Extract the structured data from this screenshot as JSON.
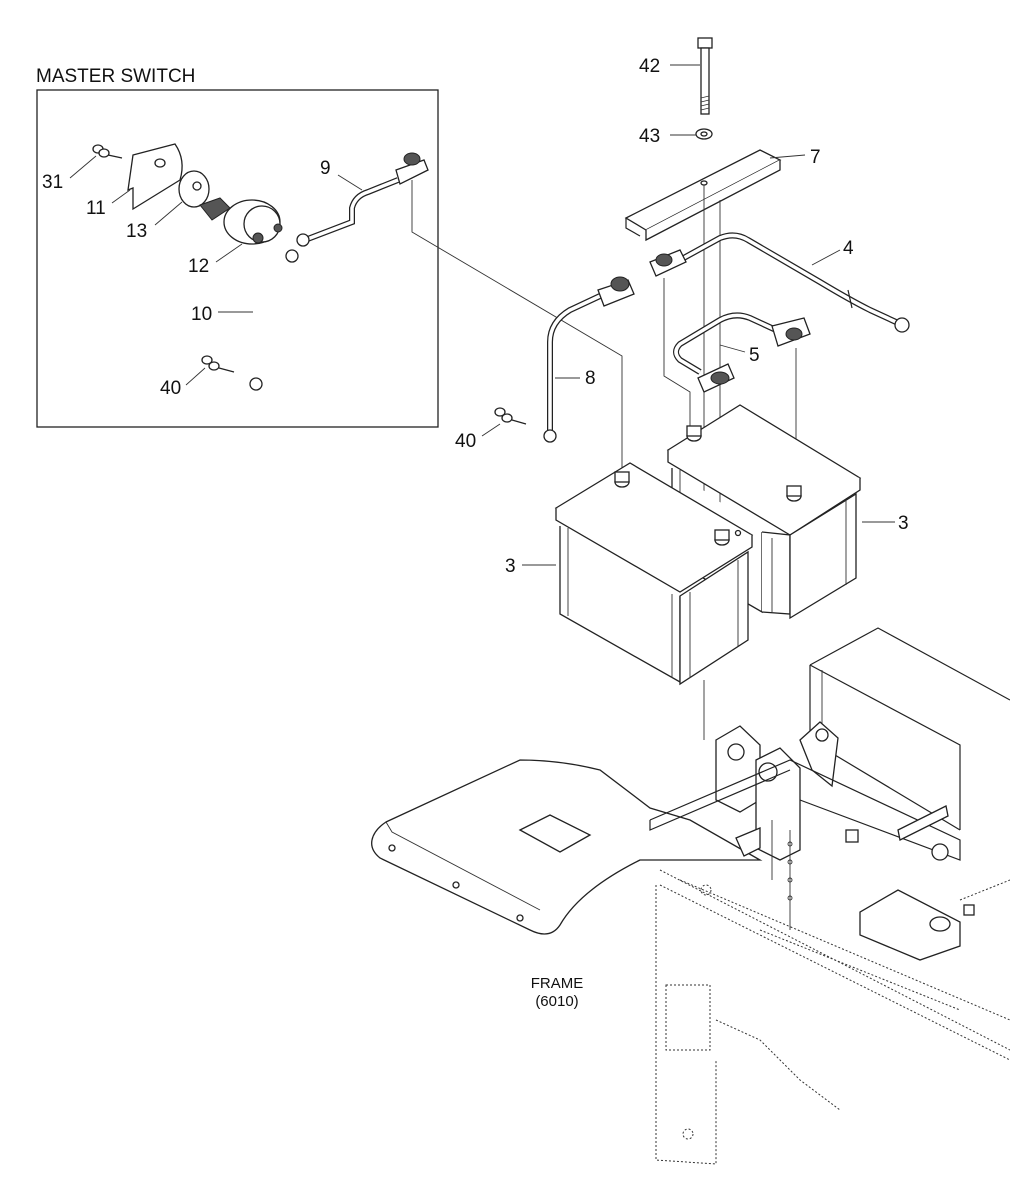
{
  "inset": {
    "title": "MASTER SWITCH"
  },
  "frame_ref": {
    "name": "FRAME",
    "code": "(6010)"
  },
  "callouts": {
    "c31": "31",
    "c11": "11",
    "c13": "13",
    "c12": "12",
    "c10": "10",
    "c40a": "40",
    "c9": "9",
    "c42": "42",
    "c43": "43",
    "c7": "7",
    "c4": "4",
    "c5": "5",
    "c8": "8",
    "c40b": "40",
    "c3a": "3",
    "c3b": "3"
  }
}
